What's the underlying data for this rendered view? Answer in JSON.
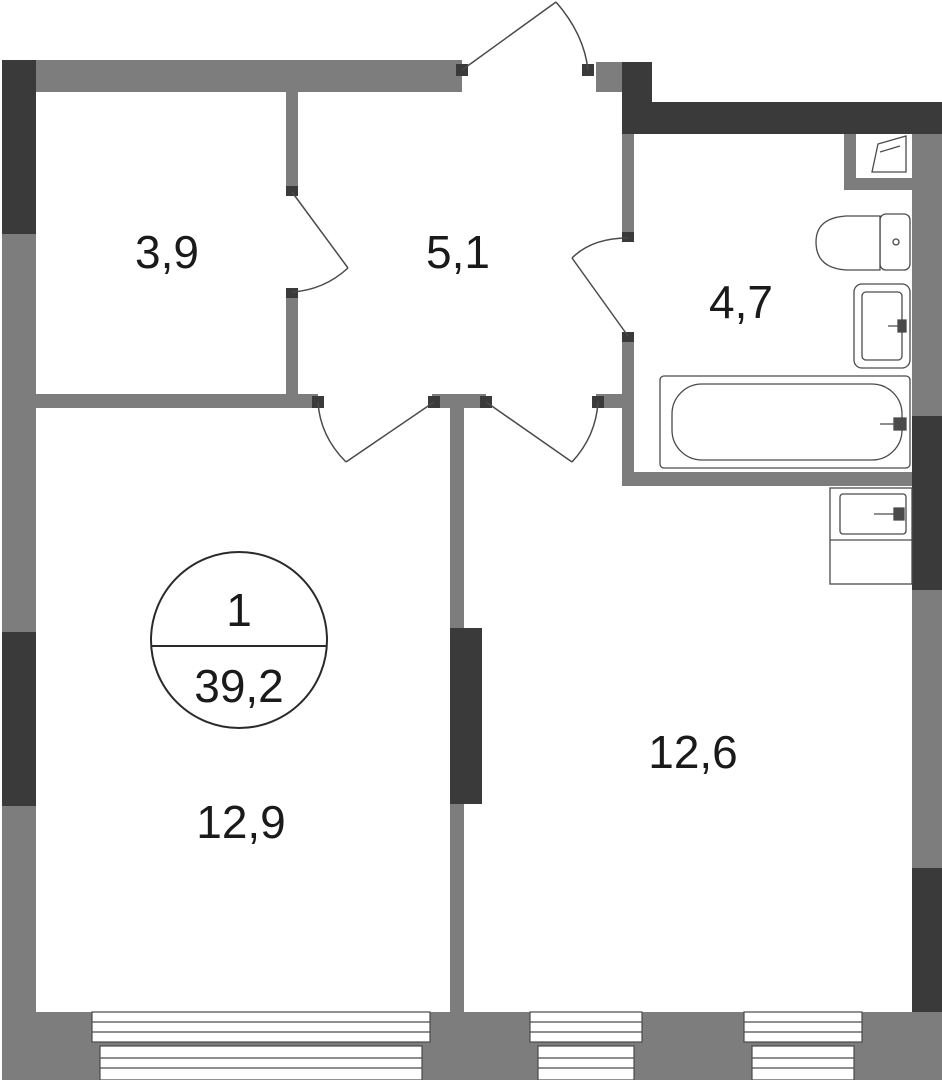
{
  "floor_plan": {
    "apartment": {
      "rooms_count": "1",
      "total_area": "39,2"
    },
    "rooms": [
      {
        "id": "storage",
        "area": "3,9"
      },
      {
        "id": "hall",
        "area": "5,1"
      },
      {
        "id": "bathroom",
        "area": "4,7"
      },
      {
        "id": "bedroom",
        "area": "12,9"
      },
      {
        "id": "kitchen",
        "area": "12,6"
      }
    ],
    "colors": {
      "wall_light": "#7d7d7d",
      "wall_dark": "#3a3a3a",
      "fixture_stroke": "#4a4a4a",
      "background": "#ffffff"
    }
  }
}
